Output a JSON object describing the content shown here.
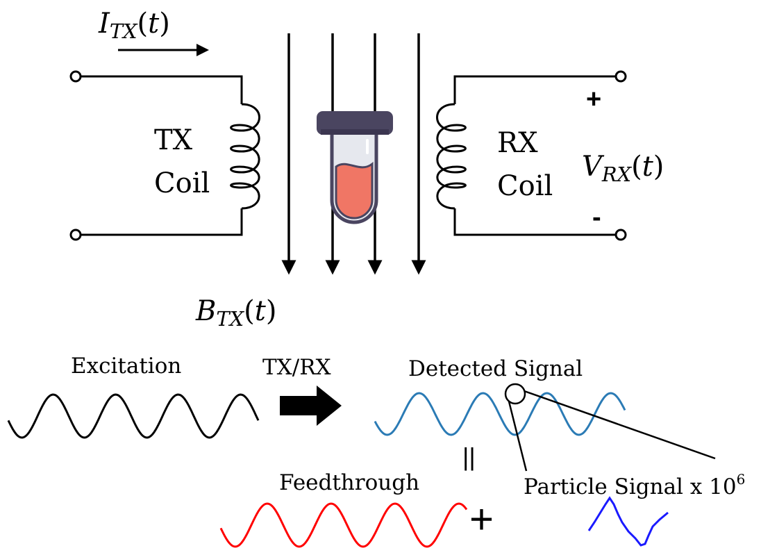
{
  "labels": {
    "i_tx": {
      "var": "I",
      "sub": "TX",
      "arg": "t"
    },
    "b_tx": {
      "var": "B",
      "sub": "TX",
      "arg": "t"
    },
    "v_rx": {
      "var": "V",
      "sub": "RX",
      "arg": "t"
    },
    "tx_coil": {
      "line1": "TX",
      "line2": "Coil"
    },
    "rx_coil": {
      "line1": "RX",
      "line2": "Coil"
    },
    "plus": "+",
    "minus": "-",
    "excitation": "Excitation",
    "tx_rx": "TX/RX",
    "detected_signal": "Detected Signal",
    "equals": "||",
    "feedthrough": "Feedthrough",
    "sum_plus": "+",
    "particle_signal": {
      "text": "Particle Signal x 10",
      "exponent": "6"
    }
  },
  "colors": {
    "line": "#000000",
    "detected": "#2b7bb5",
    "feedthrough": "#ff0000",
    "particle": "#1a1aff",
    "tube_cap": "#4a4560",
    "tube_glass": "#e6e8ee",
    "tube_liquid": "#f07665"
  },
  "icons": {
    "sample": "test-tube-icon",
    "arrow": "right-arrow-icon"
  }
}
